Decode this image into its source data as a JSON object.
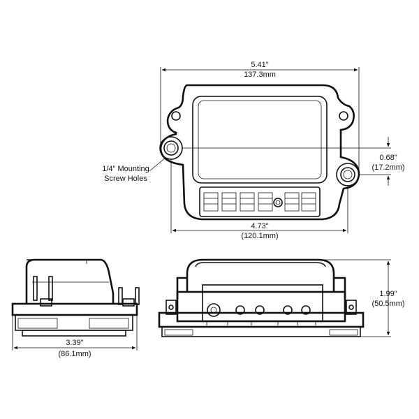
{
  "top_view": {
    "width_outer": {
      "inches": "5.41\"",
      "mm": "137.3mm"
    },
    "width_holes": {
      "inches": "4.73\"",
      "mm": "(120.1mm)"
    },
    "hole_offset": {
      "inches": "0.68\"",
      "mm": "(17.2mm)"
    },
    "callout": {
      "line1": "1/4\" Mounting",
      "line2": "Screw Holes"
    }
  },
  "side_view": {
    "depth": {
      "inches": "3.39\"",
      "mm": "(86.1mm)"
    }
  },
  "front_view": {
    "height": {
      "inches": "1.99\"",
      "mm": "(50.5mm)"
    }
  }
}
